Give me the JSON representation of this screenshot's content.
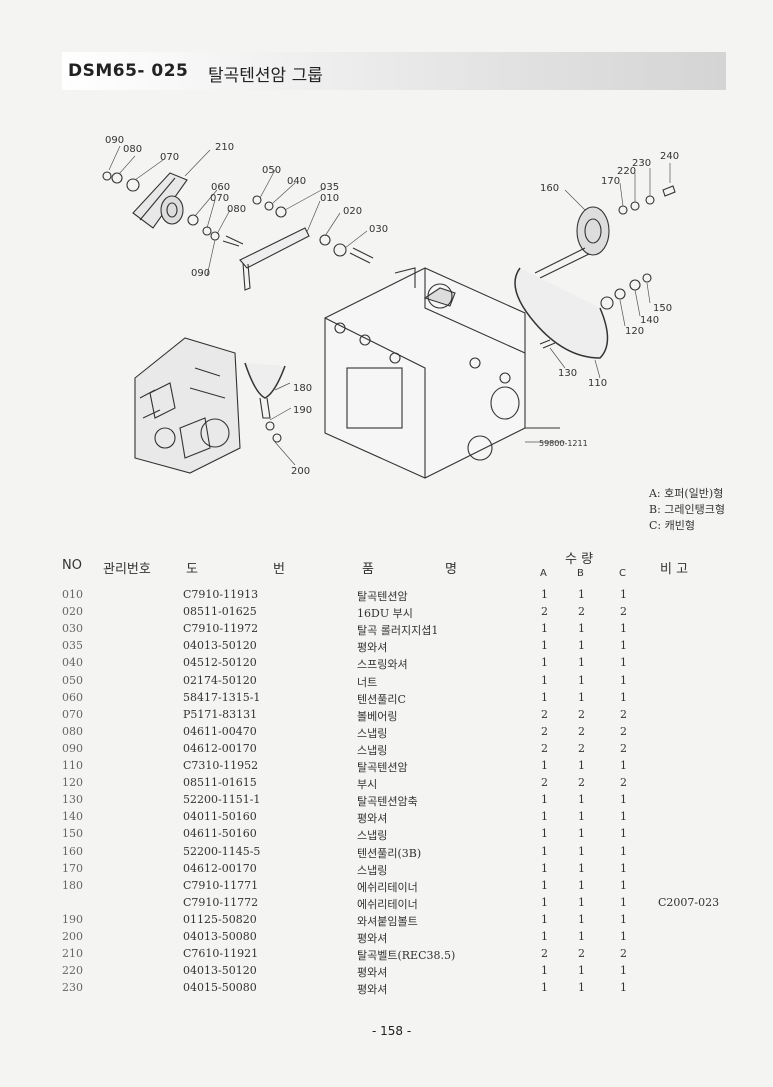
{
  "header": {
    "code": "DSM65- 025",
    "title": "탈곡텐션암 그룹"
  },
  "diagram": {
    "callouts": [
      "090",
      "080",
      "070",
      "210",
      "050",
      "040",
      "035",
      "060",
      "070",
      "010",
      "020",
      "080",
      "030",
      "090",
      "240",
      "230",
      "220",
      "170",
      "160",
      "150",
      "140",
      "120",
      "130",
      "110",
      "180",
      "190",
      "200",
      "59800-1211"
    ]
  },
  "legend": [
    "A: 호퍼(일반)형",
    "B: 그레인탱크형",
    "C: 캐빈형"
  ],
  "table": {
    "headers": {
      "no": "NO",
      "mgmt": "관리번호",
      "drawing_1": "도",
      "drawing_2": "번",
      "name_1": "품",
      "name_2": "명",
      "qty": "수 량",
      "remarks": "비 고"
    },
    "qty_cols": [
      "A",
      "B",
      "C"
    ],
    "rows": [
      {
        "no": "010",
        "part": "C7910-11913",
        "name": "탈곡텐션암",
        "a": "1",
        "b": "1",
        "c": "1",
        "rem": ""
      },
      {
        "no": "020",
        "part": "08511-01625",
        "name": "16DU 부시",
        "a": "2",
        "b": "2",
        "c": "2",
        "rem": ""
      },
      {
        "no": "030",
        "part": "C7910-11972",
        "name": "탈곡 롤러지지셥1",
        "a": "1",
        "b": "1",
        "c": "1",
        "rem": ""
      },
      {
        "no": "035",
        "part": "04013-50120",
        "name": "평와셔",
        "a": "1",
        "b": "1",
        "c": "1",
        "rem": ""
      },
      {
        "no": "040",
        "part": "04512-50120",
        "name": "스프링와셔",
        "a": "1",
        "b": "1",
        "c": "1",
        "rem": ""
      },
      {
        "no": "050",
        "part": "02174-50120",
        "name": "너트",
        "a": "1",
        "b": "1",
        "c": "1",
        "rem": ""
      },
      {
        "no": "060",
        "part": "58417-1315-1",
        "name": "텐션풀리C",
        "a": "1",
        "b": "1",
        "c": "1",
        "rem": ""
      },
      {
        "no": "070",
        "part": "P5171-83131",
        "name": "볼베어링",
        "a": "2",
        "b": "2",
        "c": "2",
        "rem": ""
      },
      {
        "no": "080",
        "part": "04611-00470",
        "name": "스냅링",
        "a": "2",
        "b": "2",
        "c": "2",
        "rem": ""
      },
      {
        "no": "090",
        "part": "04612-00170",
        "name": "스냅링",
        "a": "2",
        "b": "2",
        "c": "2",
        "rem": ""
      },
      {
        "no": "110",
        "part": "C7310-11952",
        "name": "탈곡텐션암",
        "a": "1",
        "b": "1",
        "c": "1",
        "rem": ""
      },
      {
        "no": "120",
        "part": "08511-01615",
        "name": "부시",
        "a": "2",
        "b": "2",
        "c": "2",
        "rem": ""
      },
      {
        "no": "130",
        "part": "52200-1151-1",
        "name": "탈곡텐션암축",
        "a": "1",
        "b": "1",
        "c": "1",
        "rem": ""
      },
      {
        "no": "140",
        "part": "04011-50160",
        "name": "평와셔",
        "a": "1",
        "b": "1",
        "c": "1",
        "rem": ""
      },
      {
        "no": "150",
        "part": "04611-50160",
        "name": "스냅링",
        "a": "1",
        "b": "1",
        "c": "1",
        "rem": ""
      },
      {
        "no": "160",
        "part": "52200-1145-5",
        "name": "텐션풀리(3B)",
        "a": "1",
        "b": "1",
        "c": "1",
        "rem": ""
      },
      {
        "no": "170",
        "part": "04612-00170",
        "name": "스냅링",
        "a": "1",
        "b": "1",
        "c": "1",
        "rem": ""
      },
      {
        "no": "180",
        "part": "C7910-11771",
        "name": "에쉬리테이너",
        "a": "1",
        "b": "1",
        "c": "1",
        "rem": ""
      },
      {
        "no": "",
        "part": "C7910-11772",
        "name": "에쉬리테이너",
        "a": "1",
        "b": "1",
        "c": "1",
        "rem": "C2007-023"
      },
      {
        "no": "190",
        "part": "01125-50820",
        "name": "와셔붙임볼트",
        "a": "1",
        "b": "1",
        "c": "1",
        "rem": ""
      },
      {
        "no": "200",
        "part": "04013-50080",
        "name": "평와셔",
        "a": "1",
        "b": "1",
        "c": "1",
        "rem": ""
      },
      {
        "no": "210",
        "part": "C7610-11921",
        "name": "탈곡벨트(REC38.5)",
        "a": "2",
        "b": "2",
        "c": "2",
        "rem": ""
      },
      {
        "no": "220",
        "part": "04013-50120",
        "name": "평와셔",
        "a": "1",
        "b": "1",
        "c": "1",
        "rem": ""
      },
      {
        "no": "230",
        "part": "04015-50080",
        "name": "평와셔",
        "a": "1",
        "b": "1",
        "c": "1",
        "rem": ""
      }
    ]
  },
  "footer": {
    "page": "- 158 -"
  }
}
